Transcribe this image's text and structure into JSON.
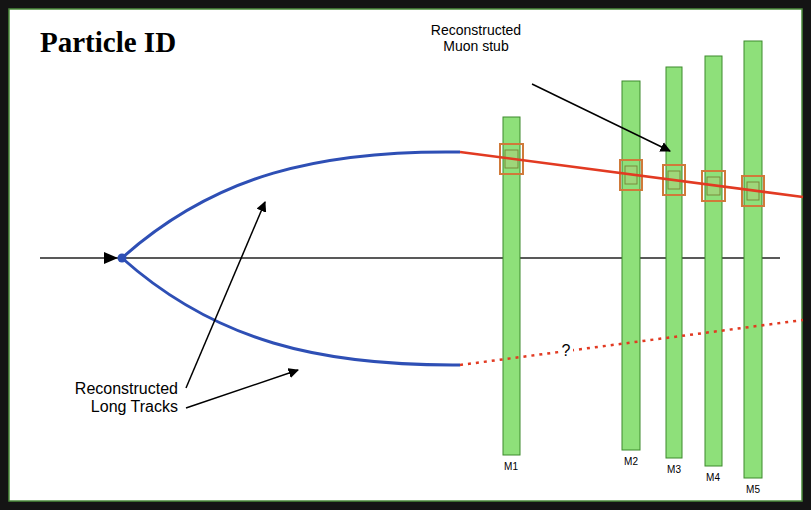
{
  "diagram": {
    "title": "Particle ID",
    "labels": [
      "Reconstructed Muon stub",
      "Reconstructed Long Tracks",
      "?",
      "M1",
      "M2",
      "M3",
      "M4",
      "M5"
    ]
  }
}
